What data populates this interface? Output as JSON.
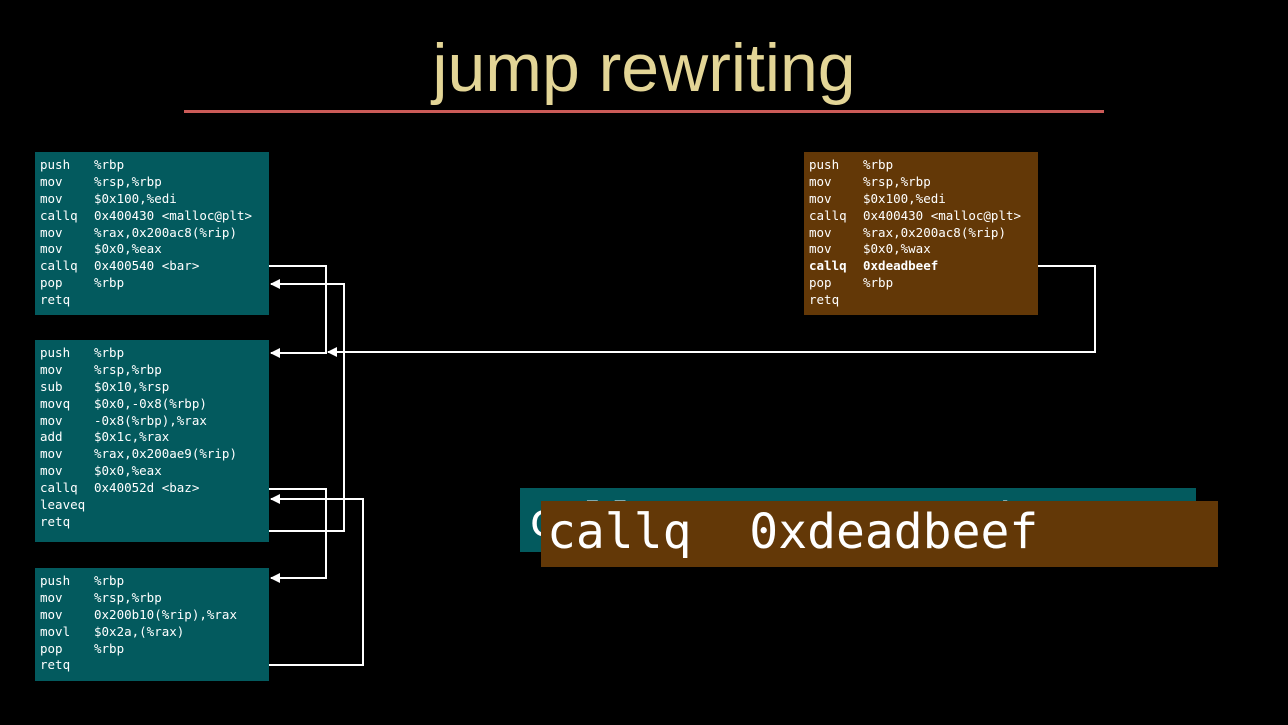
{
  "title": "jump rewriting",
  "boxes": {
    "a": {
      "lines": [
        {
          "mn": "push",
          "op": "%rbp"
        },
        {
          "mn": "mov",
          "op": "%rsp,%rbp"
        },
        {
          "mn": "mov",
          "op": "$0x100,%edi"
        },
        {
          "mn": "callq",
          "op": "0x400430 <malloc@plt>"
        },
        {
          "mn": "mov",
          "op": "%rax,0x200ac8(%rip)"
        },
        {
          "mn": "mov",
          "op": "$0x0,%eax"
        },
        {
          "mn": "callq",
          "op": "0x400540 <bar>"
        },
        {
          "mn": "pop",
          "op": "%rbp"
        },
        {
          "mn": "retq",
          "op": ""
        }
      ]
    },
    "b": {
      "lines": [
        {
          "mn": "push",
          "op": "%rbp"
        },
        {
          "mn": "mov",
          "op": "%rsp,%rbp"
        },
        {
          "mn": "sub",
          "op": "$0x10,%rsp"
        },
        {
          "mn": "movq",
          "op": "$0x0,-0x8(%rbp)"
        },
        {
          "mn": "mov",
          "op": "-0x8(%rbp),%rax"
        },
        {
          "mn": "add",
          "op": "$0x1c,%rax"
        },
        {
          "mn": "mov",
          "op": "%rax,0x200ae9(%rip)"
        },
        {
          "mn": "mov",
          "op": "$0x0,%eax"
        },
        {
          "mn": "callq",
          "op": "0x40052d <baz>"
        },
        {
          "mn": "leaveq",
          "op": ""
        },
        {
          "mn": "retq",
          "op": ""
        }
      ]
    },
    "c": {
      "lines": [
        {
          "mn": "push",
          "op": "%rbp"
        },
        {
          "mn": "mov",
          "op": "%rsp,%rbp"
        },
        {
          "mn": "mov",
          "op": "0x200b10(%rip),%rax"
        },
        {
          "mn": "movl",
          "op": "$0x2a,(%rax)"
        },
        {
          "mn": "pop",
          "op": "%rbp"
        },
        {
          "mn": "retq",
          "op": ""
        }
      ]
    },
    "d": {
      "lines": [
        {
          "mn": "push",
          "op": "%rbp"
        },
        {
          "mn": "mov",
          "op": "%rsp,%rbp"
        },
        {
          "mn": "mov",
          "op": "$0x100,%edi"
        },
        {
          "mn": "callq",
          "op": "0x400430 <malloc@plt>"
        },
        {
          "mn": "mov",
          "op": "%rax,0x200ac8(%rip)"
        },
        {
          "mn": "mov",
          "op": "$0x0,%wax"
        },
        {
          "mn": "callq",
          "op": "0xdeadbeef",
          "bold": true
        },
        {
          "mn": "pop",
          "op": "%rbp"
        },
        {
          "mn": "retq",
          "op": ""
        }
      ]
    }
  },
  "zoom": {
    "original": "callq  0x400540 <bar>",
    "rewritten": "callq  0xdeadbeef"
  },
  "colors": {
    "title": "#e3d596",
    "rule": "#cc5b58",
    "teal": "#035a5e",
    "brown": "#633807",
    "arrow": "#ffffff"
  }
}
